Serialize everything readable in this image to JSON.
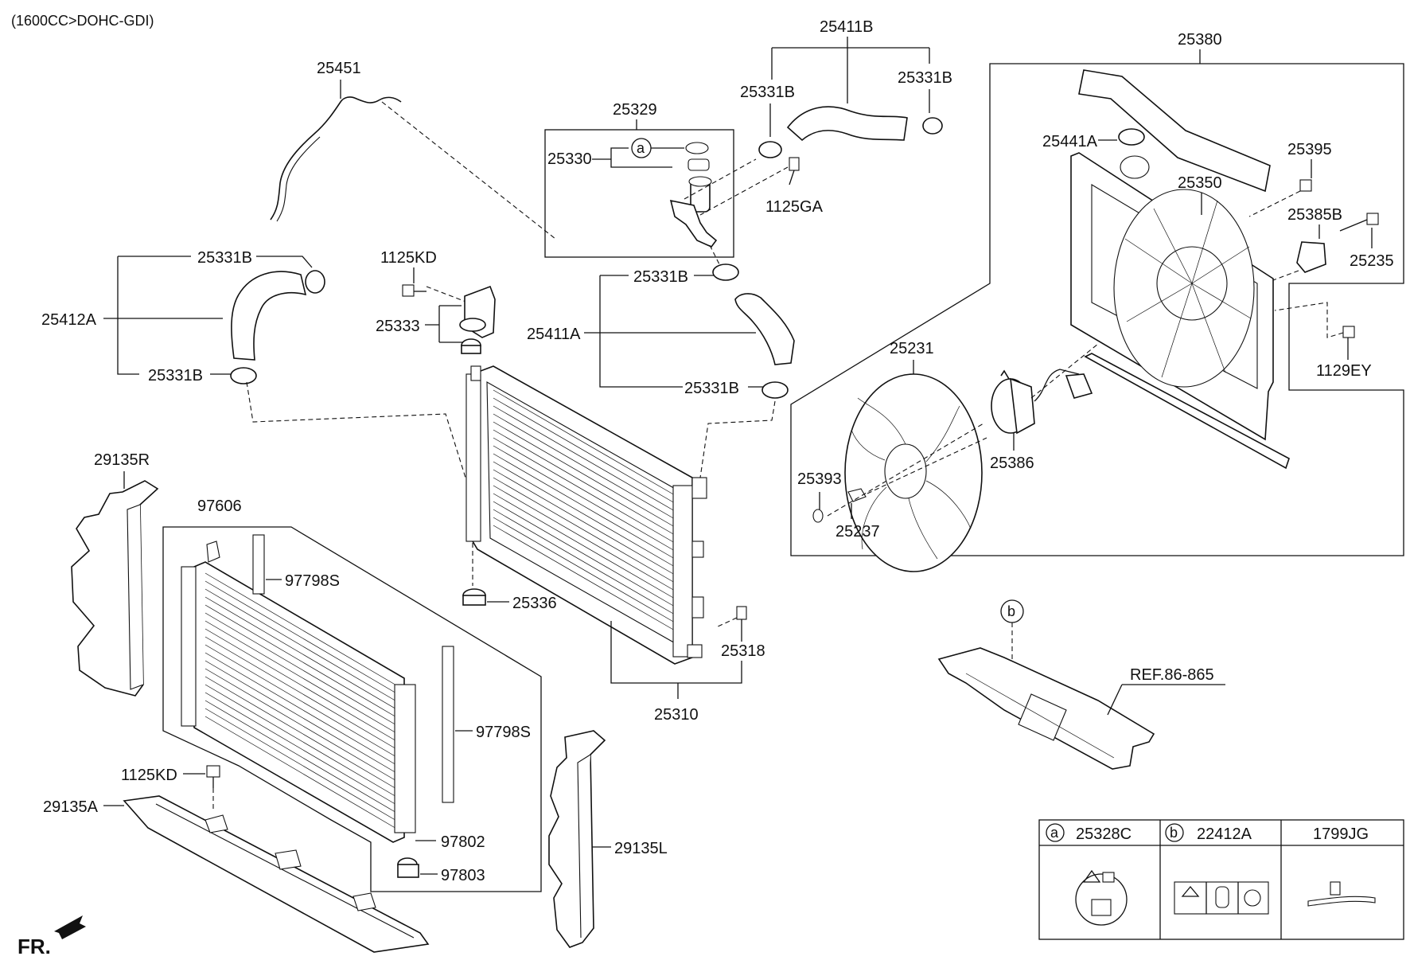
{
  "header": {
    "engine_spec": "(1600CC>DOHC-GDI)"
  },
  "parts": {
    "p25451": "25451",
    "p25329": "25329",
    "p25330": "25330",
    "p25331B_a": "25331B",
    "p25331B_b": "25331B",
    "p25331B_c": "25331B",
    "p25331B_d": "25331B",
    "p25331B_e": "25331B",
    "p25331B_f": "25331B",
    "p25411B": "25411B",
    "p25411A": "25411A",
    "p25412A": "25412A",
    "p1125GA": "1125GA",
    "p1125KD_a": "1125KD",
    "p1125KD_b": "1125KD",
    "p25333": "25333",
    "p25336": "25336",
    "p25318": "25318",
    "p25310": "25310",
    "p25380": "25380",
    "p25441A": "25441A",
    "p25395": "25395",
    "p25350": "25350",
    "p25385B": "25385B",
    "p25235": "25235",
    "p1129EY": "1129EY",
    "p25231": "25231",
    "p25386": "25386",
    "p25393": "25393",
    "p25237": "25237",
    "p29135R": "29135R",
    "p97606": "97606",
    "p97798S_a": "97798S",
    "p97798S_b": "97798S",
    "p97802": "97802",
    "p97803": "97803",
    "p29135A": "29135A",
    "p29135L": "29135L",
    "ref": "REF.86-865"
  },
  "callouts": {
    "a": "a",
    "b": "b"
  },
  "legend_table": {
    "col_a": {
      "marker": "a",
      "part": "25328C"
    },
    "col_b": {
      "marker": "b",
      "part": "22412A"
    },
    "col_c": {
      "part": "1799JG"
    }
  },
  "front_indicator": "FR."
}
